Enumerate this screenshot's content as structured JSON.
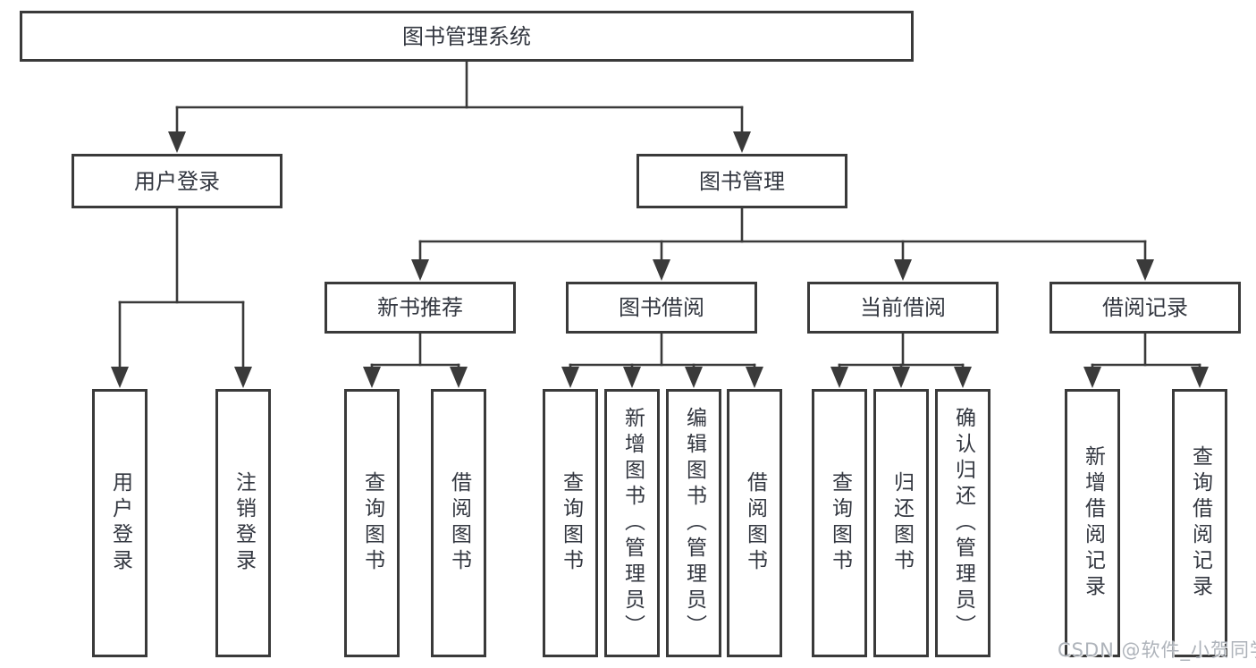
{
  "tree": {
    "label": "图书管理系统",
    "children": [
      {
        "label": "用户登录",
        "children": [
          {
            "label": "用户登录"
          },
          {
            "label": "注销登录"
          }
        ]
      },
      {
        "label": "图书管理",
        "children": [
          {
            "label": "新书推荐",
            "children": [
              {
                "label": "查询图书"
              },
              {
                "label": "借阅图书"
              }
            ]
          },
          {
            "label": "图书借阅",
            "children": [
              {
                "label": "查询图书"
              },
              {
                "label": "新增图书（管理员）"
              },
              {
                "label": "编辑图书（管理员）"
              },
              {
                "label": "借阅图书"
              }
            ]
          },
          {
            "label": "当前借阅",
            "children": [
              {
                "label": "查询图书"
              },
              {
                "label": "归还图书"
              },
              {
                "label": "确认归还（管理员）"
              }
            ]
          },
          {
            "label": "借阅记录",
            "children": [
              {
                "label": "新增借阅记录"
              },
              {
                "label": "查询借阅记录"
              }
            ]
          }
        ]
      }
    ]
  },
  "watermark": {
    "text": "CSDN @软件_小贺同学"
  },
  "colors": {
    "line": "#3a3a3a",
    "box_border": "#3a3a3a",
    "text": "#333740",
    "background": "#ffffff",
    "watermark": "#aeb3ba"
  }
}
